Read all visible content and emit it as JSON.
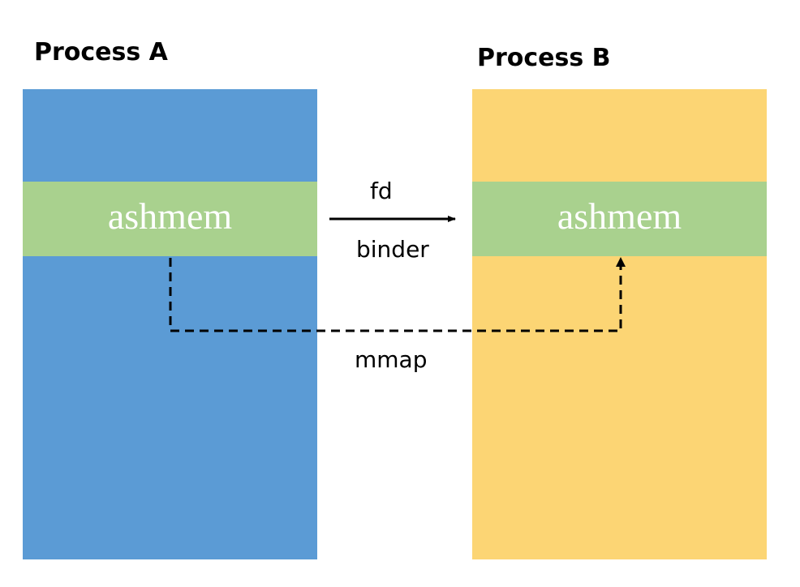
{
  "colors": {
    "process_a": "#5B9BD5",
    "process_b": "#FCD574",
    "ashmem": "#A9D18E",
    "background": "#FFFFFF",
    "line": "#000000"
  },
  "process_a": {
    "title": "Process A",
    "region_label": "ashmem"
  },
  "process_b": {
    "title": "Process B",
    "region_label": "ashmem"
  },
  "binder_transfer": {
    "above_label": "fd",
    "below_label": "binder"
  },
  "mmap_link": {
    "label": "mmap"
  }
}
